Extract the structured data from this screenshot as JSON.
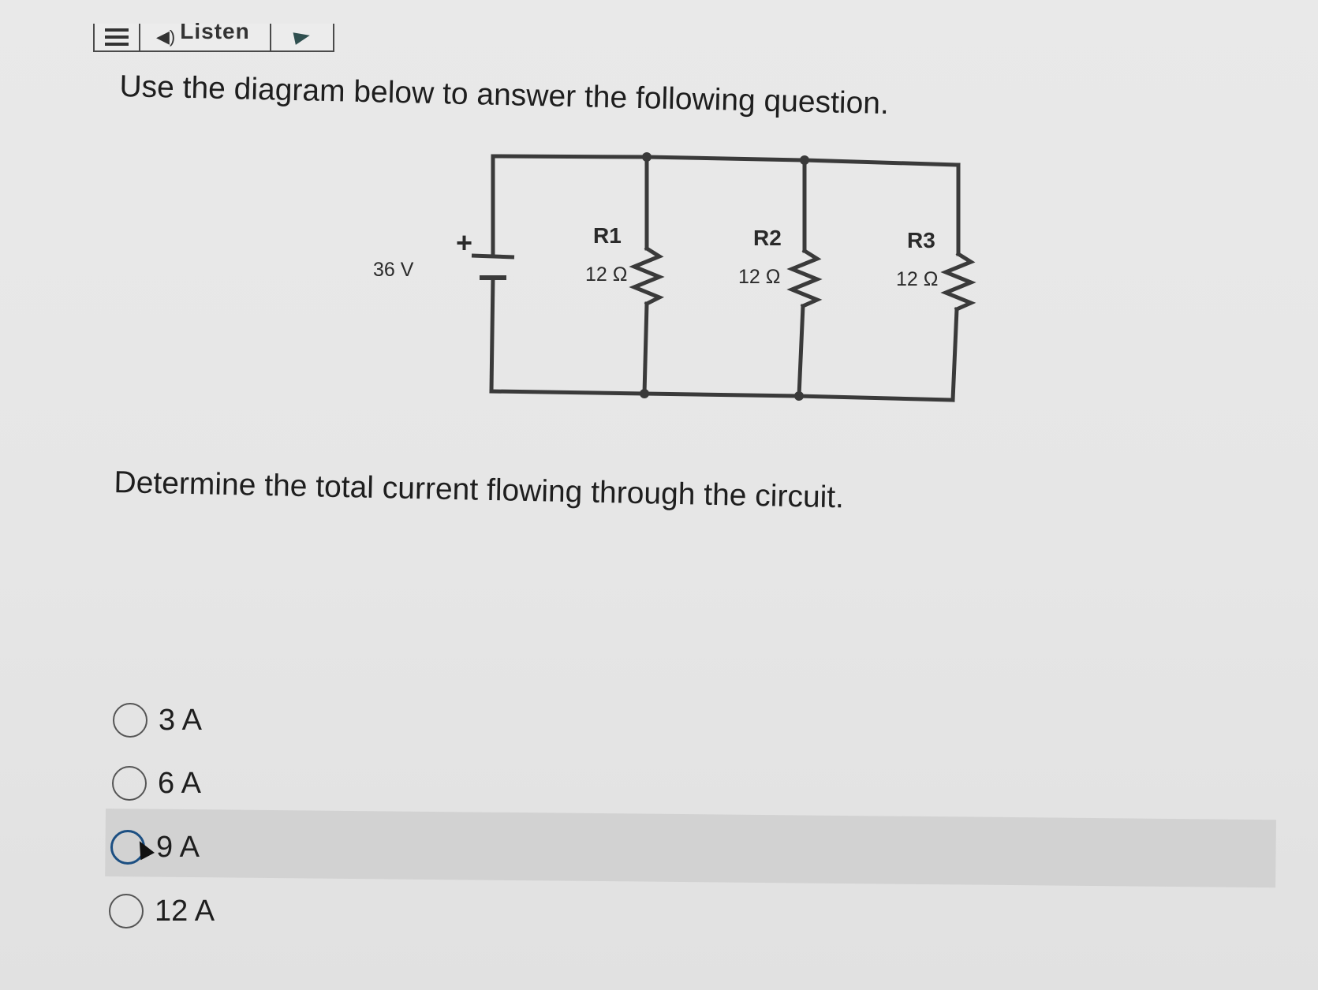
{
  "toolbar": {
    "menu_icon": "hamburger-menu-icon",
    "listen_icon": "speaker-icon",
    "listen_label": "Listen",
    "play_icon": "play-icon"
  },
  "question": {
    "intro": "Use the diagram below to answer the following question.",
    "prompt": "Determine the total current flowing through the circuit."
  },
  "circuit": {
    "battery": {
      "voltage_label": "36 V",
      "plus_label": "+"
    },
    "resistors": [
      {
        "name": "R1",
        "value": "12 Ω"
      },
      {
        "name": "R2",
        "value": "12 Ω"
      },
      {
        "name": "R3",
        "value": "12 Ω"
      }
    ]
  },
  "options": [
    {
      "label": "3 A",
      "selected": false
    },
    {
      "label": "6 A",
      "selected": false
    },
    {
      "label": "9 A",
      "selected": false,
      "highlighted": true
    },
    {
      "label": "12 A",
      "selected": false
    }
  ]
}
